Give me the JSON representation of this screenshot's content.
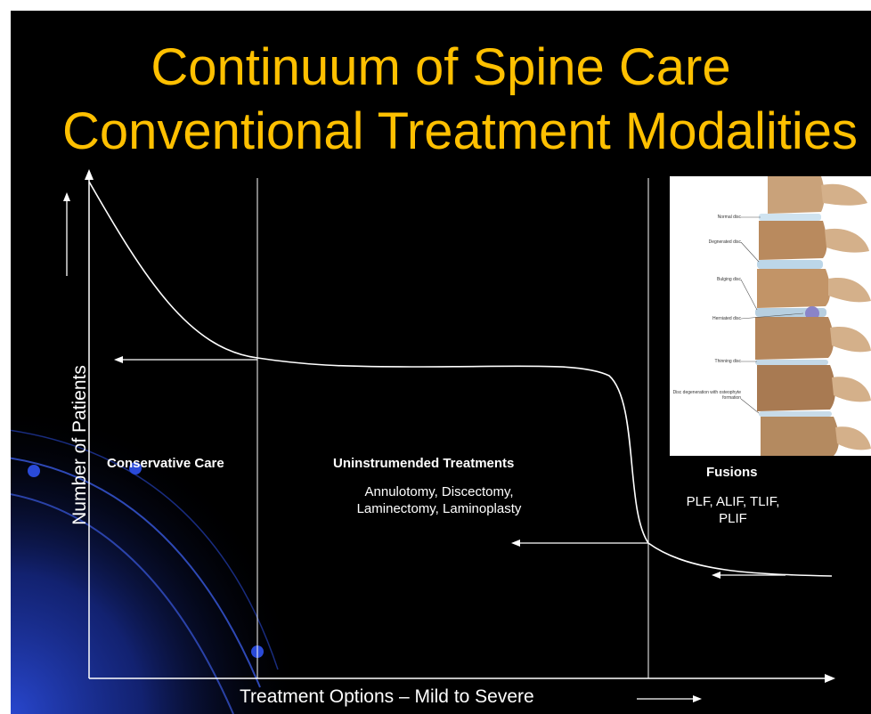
{
  "title": {
    "line1": "Continuum of Spine Care",
    "line2": "Conventional Treatment Modalities"
  },
  "axes": {
    "y_label": "Number of Patients",
    "x_label": "Treatment Options – Mild to Severe"
  },
  "sections": {
    "conservative": {
      "title": "Conservative Care"
    },
    "uninstrumented": {
      "title": "Uninstrumended Treatments",
      "line1": "Annulotomy, Discectomy,",
      "line2": "Laminectomy, Laminoplasty"
    },
    "fusions": {
      "title": "Fusions",
      "line1": "PLF, ALIF, TLIF,",
      "line2": "PLIF"
    }
  },
  "spine_image": {
    "labels": [
      "Normal disc",
      "Degnerated disc",
      "Bulging disc",
      "Herniated disc",
      "Thinning disc",
      "Disc degeneration with osteophyte formation"
    ]
  },
  "colors": {
    "background": "#000000",
    "title": "#ffc000",
    "lines": "#ffffff",
    "decoration": "#1a3aa8"
  }
}
